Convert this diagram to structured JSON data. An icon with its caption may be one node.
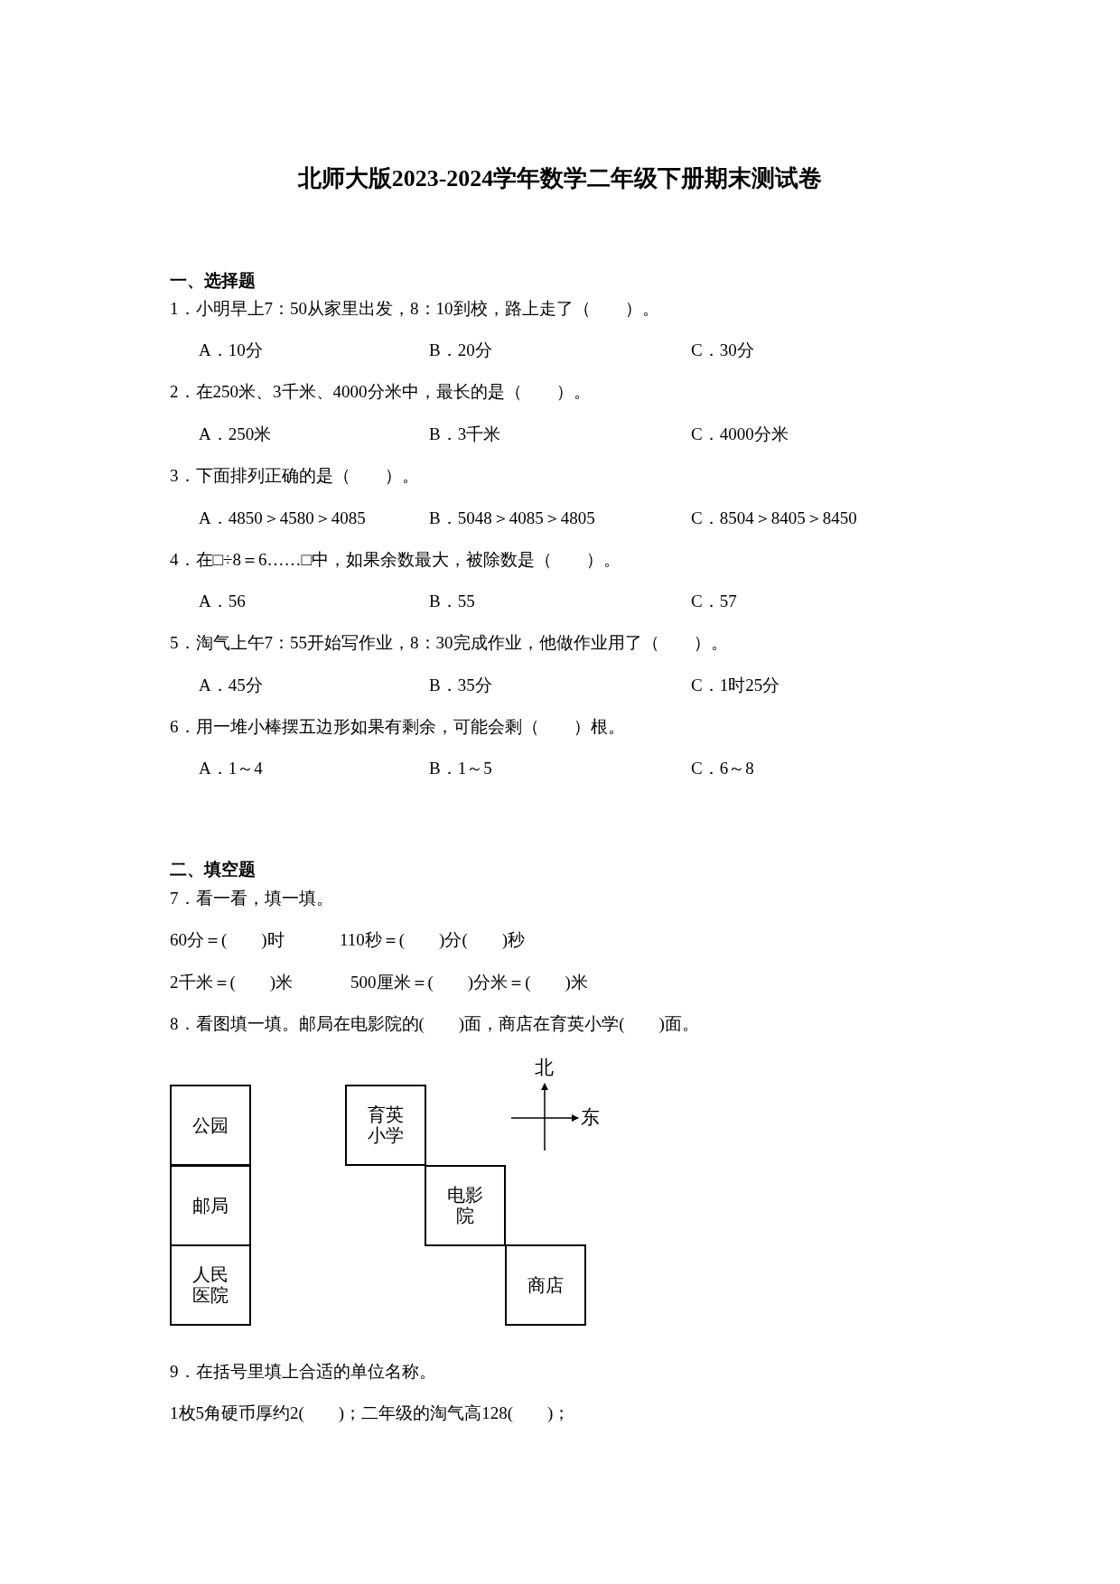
{
  "diagram": {
    "title": "北师大版2023-2024学年数学二年级下册期末测试卷",
    "nodes": [
      {
        "text": [
          "公园"
        ]
      },
      {
        "text": [
          "邮局"
        ]
      },
      {
        "text": [
          "人民医院"
        ]
      },
      {
        "text": [
          "育英小学"
        ]
      },
      {
        "text": [
          "电影院"
        ]
      },
      {
        "text": [
          "商店"
        ]
      }
    ],
    "labels": [
      "一、选择题",
      "1．小明早上7：50从家里出发，8：10到校，路上走了（　　）。",
      "A．10分",
      "B．20分",
      "C．30分",
      "2．在250米、3千米、4000分米中，最长的是（　　）。",
      "A．250米",
      "B．3千米",
      "C．4000分米",
      "3．下面排列正确的是（　　）。",
      "A．4850＞4580＞4085",
      "B．5048＞4085＞4805",
      "C．8504＞8405＞8450",
      "4．在□÷8＝6……□中，如果余数最大，被除数是（　　）。",
      "A．56",
      "B．55",
      "C．57",
      "5．淘气上午7：55开始写作业，8：30完成作业，他做作业用了（　　）。",
      "A．45分",
      "B．35分",
      "C．1时25分",
      "6．用一堆小棒摆五边形如果有剩余，可能会剩（　　）根。",
      "A．1～4",
      "B．1～5",
      "C．6～8",
      "二、填空题",
      "7．看一看，填一填。",
      "60分＝(　　)时",
      "110秒＝(　　)分(　　)秒",
      "2千米＝(　　)米",
      "500厘米＝(　　)分米＝(　　)米",
      "8．看图填一填。邮局在电影院的(　　)面，商店在育英小学(　　)面。",
      "北",
      "东",
      "9．在括号里填上合适的单位名称。",
      "1枚5角硬币厚约2(　　)；二年级的淘气高128(　　)；"
    ]
  }
}
